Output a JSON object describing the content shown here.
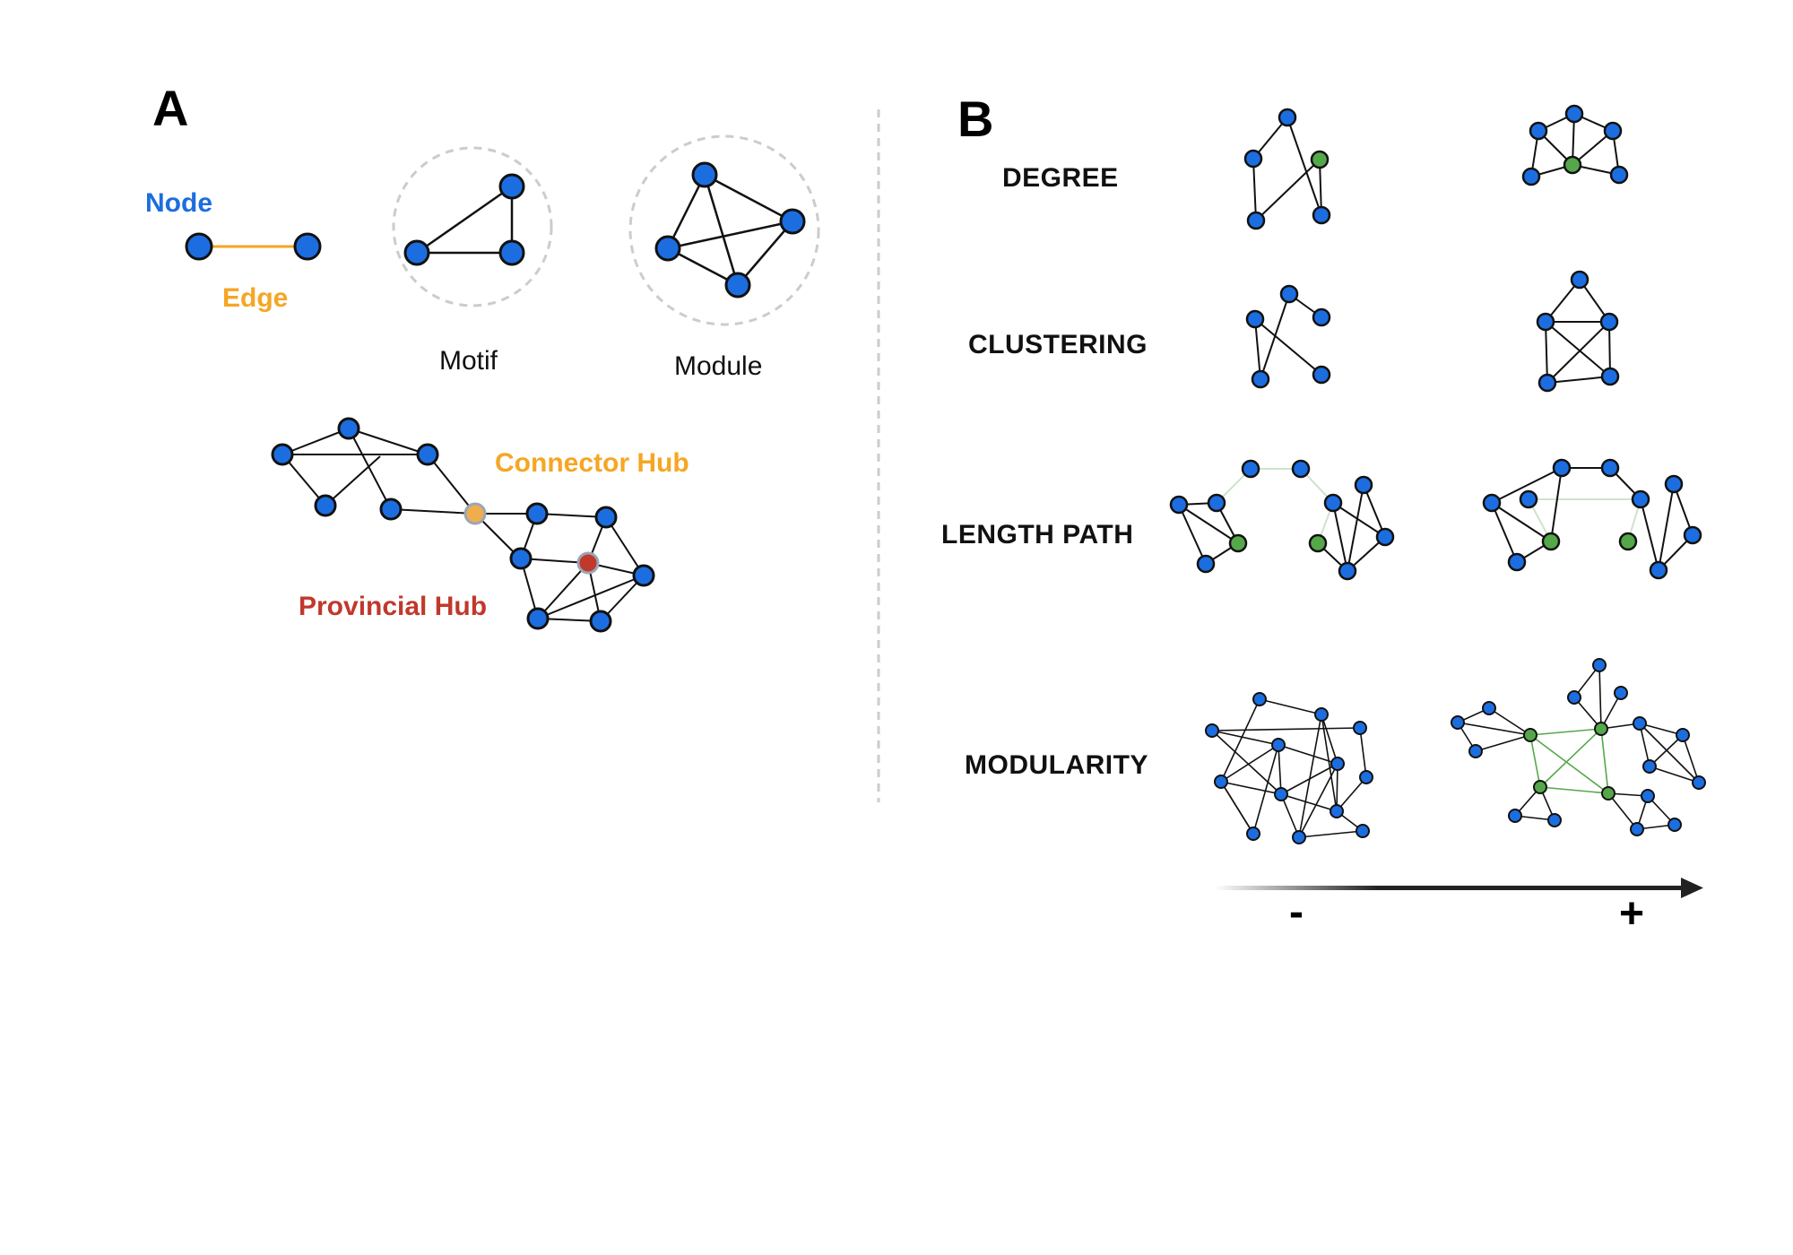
{
  "panel_a": {
    "label": "A",
    "node_label": "Node",
    "edge_label": "Edge",
    "motif_label": "Motif",
    "module_label": "Module",
    "connector_hub_label": "Connector Hub",
    "provincial_hub_label": "Provincial Hub"
  },
  "panel_b": {
    "label": "B",
    "metrics": [
      "DEGREE",
      "CLUSTERING",
      "LENGTH PATH",
      "MODULARITY"
    ],
    "axis_minus": "-",
    "axis_plus": "+"
  },
  "colors": {
    "node": "#1c6ee0",
    "node_stroke": "#111111",
    "edge_orange": "#f5a623",
    "connector_hub": "#f0ad4e",
    "provincial_hub": "#c0392b",
    "hub_green": "#55a84a",
    "label_blue": "#1c6ee0",
    "label_orange": "#f5a623",
    "label_red": "#c0392b",
    "divider": "#cccccc"
  }
}
